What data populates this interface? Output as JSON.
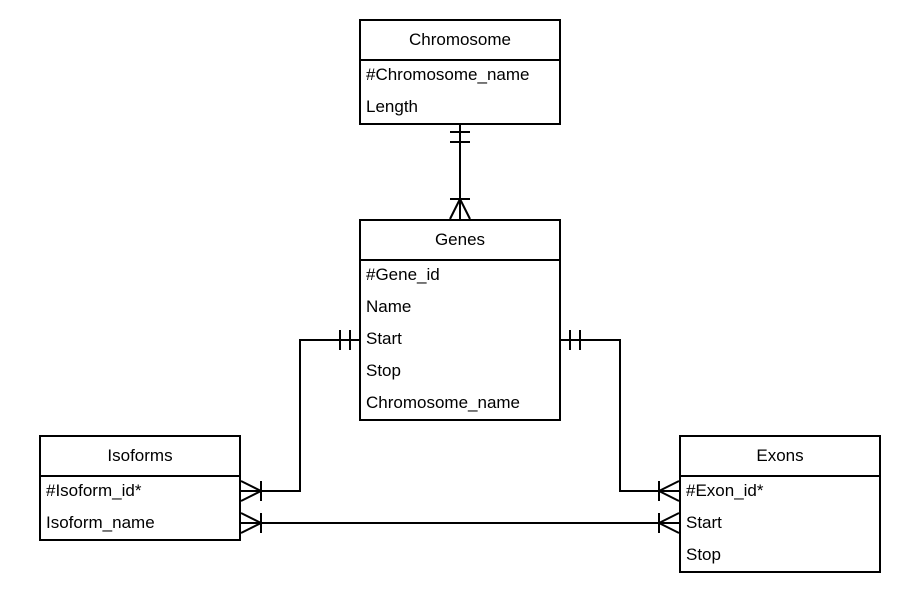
{
  "entities": {
    "chromosome": {
      "title": "Chromosome",
      "attributes": [
        "#Chromosome_name",
        "Length"
      ]
    },
    "genes": {
      "title": "Genes",
      "attributes": [
        "#Gene_id",
        "Name",
        "Start",
        "Stop",
        "Chromosome_name"
      ]
    },
    "isoforms": {
      "title": "Isoforms",
      "attributes": [
        "#Isoform_id*",
        "Isoform_name"
      ]
    },
    "exons": {
      "title": "Exons",
      "attributes": [
        "#Exon_id*",
        "Start",
        "Stop"
      ]
    }
  },
  "relationships": [
    {
      "from": "Chromosome",
      "from_cardinality": "one-and-only-one",
      "to": "Genes",
      "to_cardinality": "one-or-many"
    },
    {
      "from": "Genes",
      "from_cardinality": "one-and-only-one",
      "to": "Isoforms",
      "to_cardinality": "one-or-many"
    },
    {
      "from": "Genes",
      "from_cardinality": "one-and-only-one",
      "to": "Exons",
      "to_cardinality": "one-or-many"
    },
    {
      "from": "Isoforms",
      "from_cardinality": "one-or-many",
      "to": "Exons",
      "to_cardinality": "one-or-many"
    }
  ],
  "colors": {
    "line": "#000000",
    "background": "#ffffff"
  }
}
